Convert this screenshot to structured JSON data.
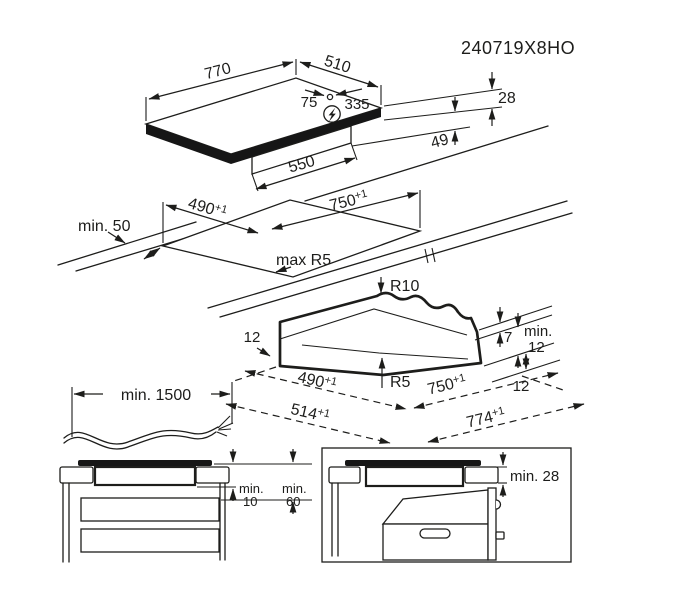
{
  "title": "240719X8HO",
  "colors": {
    "ink": "#1d1d1b",
    "paper": "#ffffff"
  },
  "hob": {
    "width": "770",
    "depth": "510",
    "cable_pos_left": "75",
    "cable_pos_right": "335",
    "thickness": "28",
    "box_height": "49",
    "box_width": "550",
    "power_icon": "lightning-in-circle"
  },
  "worktop_cutout": {
    "wall_clearance": "min. 50",
    "depth": "490",
    "depth_tol": "+1",
    "width": "750",
    "width_tol": "+1",
    "corner_radius": "max R5"
  },
  "edge_profile": {
    "radius_top": "R10",
    "radius_bottom": "R5",
    "offset_left": "12",
    "flange_height": "7",
    "min_clearance_label": "min.",
    "min_clearance_value": "12",
    "offset_right": "12",
    "inner_depth": "490",
    "inner_depth_tol": "+1",
    "inner_width": "750",
    "inner_width_tol": "+1",
    "outer_depth": "514",
    "outer_depth_tol": "+1",
    "outer_width": "774",
    "outer_width_tol": "+1"
  },
  "power_cable": {
    "length": "min. 1500"
  },
  "drawer_install": {
    "gap_hob_label": "min.",
    "gap_hob_value": "10",
    "gap_shelf_label": "min.",
    "gap_shelf_value": "60"
  },
  "oven_install": {
    "worktop_thickness": "min. 28"
  }
}
